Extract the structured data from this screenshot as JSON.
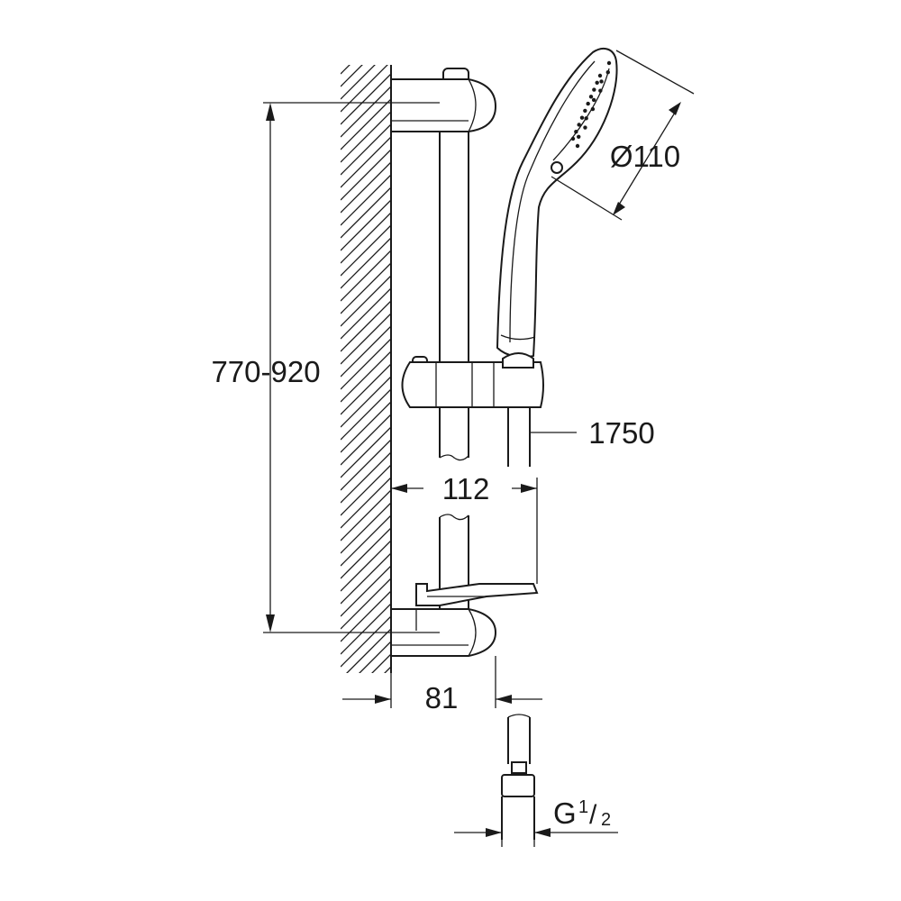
{
  "dimensions": {
    "height_range": "770-920",
    "hand_shower_diameter": "Ø110",
    "hose_length": "1750",
    "slider_offset": "112",
    "wall_offset": "81",
    "thread_main": "G",
    "thread_fraction_num": "1",
    "thread_fraction_den": "2"
  }
}
